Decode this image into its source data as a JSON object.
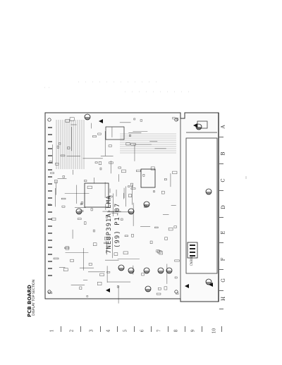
{
  "header": {
    "line1": "· · · ·   · · · ·   · · · ·",
    "line2": "· · · · · · · · · ·"
  },
  "board": {
    "title": "PCB BOARD",
    "subtitle": "DISPLAY TOP SECTION",
    "pcb_code": "7NE8P391A-LMA",
    "pcb_code2": "(99) P1-07",
    "connector_code": "CN301"
  },
  "grid": {
    "columns": [
      "A",
      "B",
      "C",
      "D",
      "E",
      "F",
      "G",
      "H"
    ],
    "rows": [
      "1",
      "2",
      "3",
      "4",
      "5",
      "6",
      "7",
      "8",
      "9",
      "10"
    ]
  },
  "colors": {
    "trace": "#222222",
    "board_outline": "#333333",
    "accent": "#000000"
  }
}
